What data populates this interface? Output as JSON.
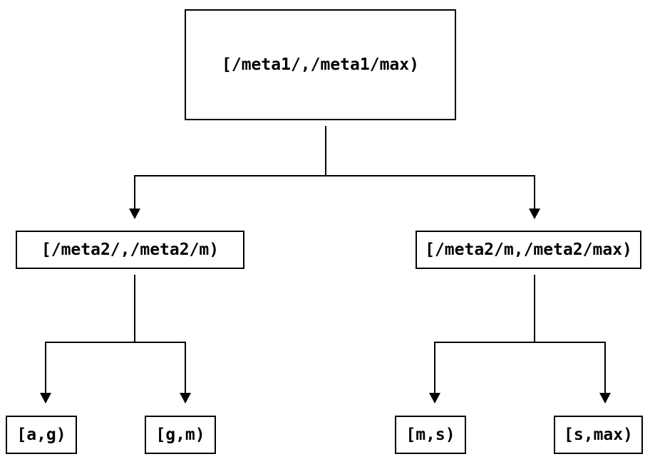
{
  "diagram": {
    "type": "tree",
    "description": "Key-range partition tree",
    "nodes": {
      "root": {
        "label": "[/meta1/,/meta1/max)"
      },
      "left": {
        "label": "[/meta2/,/meta2/m)"
      },
      "right": {
        "label": "[/meta2/m,/meta2/max)"
      },
      "leaf_ag": {
        "label": "[a,g)"
      },
      "leaf_gm": {
        "label": "[g,m)"
      },
      "leaf_ms": {
        "label": "[m,s)"
      },
      "leaf_smax": {
        "label": "[s,max)"
      }
    },
    "edges": [
      {
        "from": "root",
        "to": "left"
      },
      {
        "from": "root",
        "to": "right"
      },
      {
        "from": "left",
        "to": "leaf_ag"
      },
      {
        "from": "left",
        "to": "leaf_gm"
      },
      {
        "from": "right",
        "to": "leaf_ms"
      },
      {
        "from": "right",
        "to": "leaf_smax"
      }
    ],
    "colors": {
      "line": "#000000",
      "text": "#000000",
      "background": "#ffffff"
    }
  }
}
